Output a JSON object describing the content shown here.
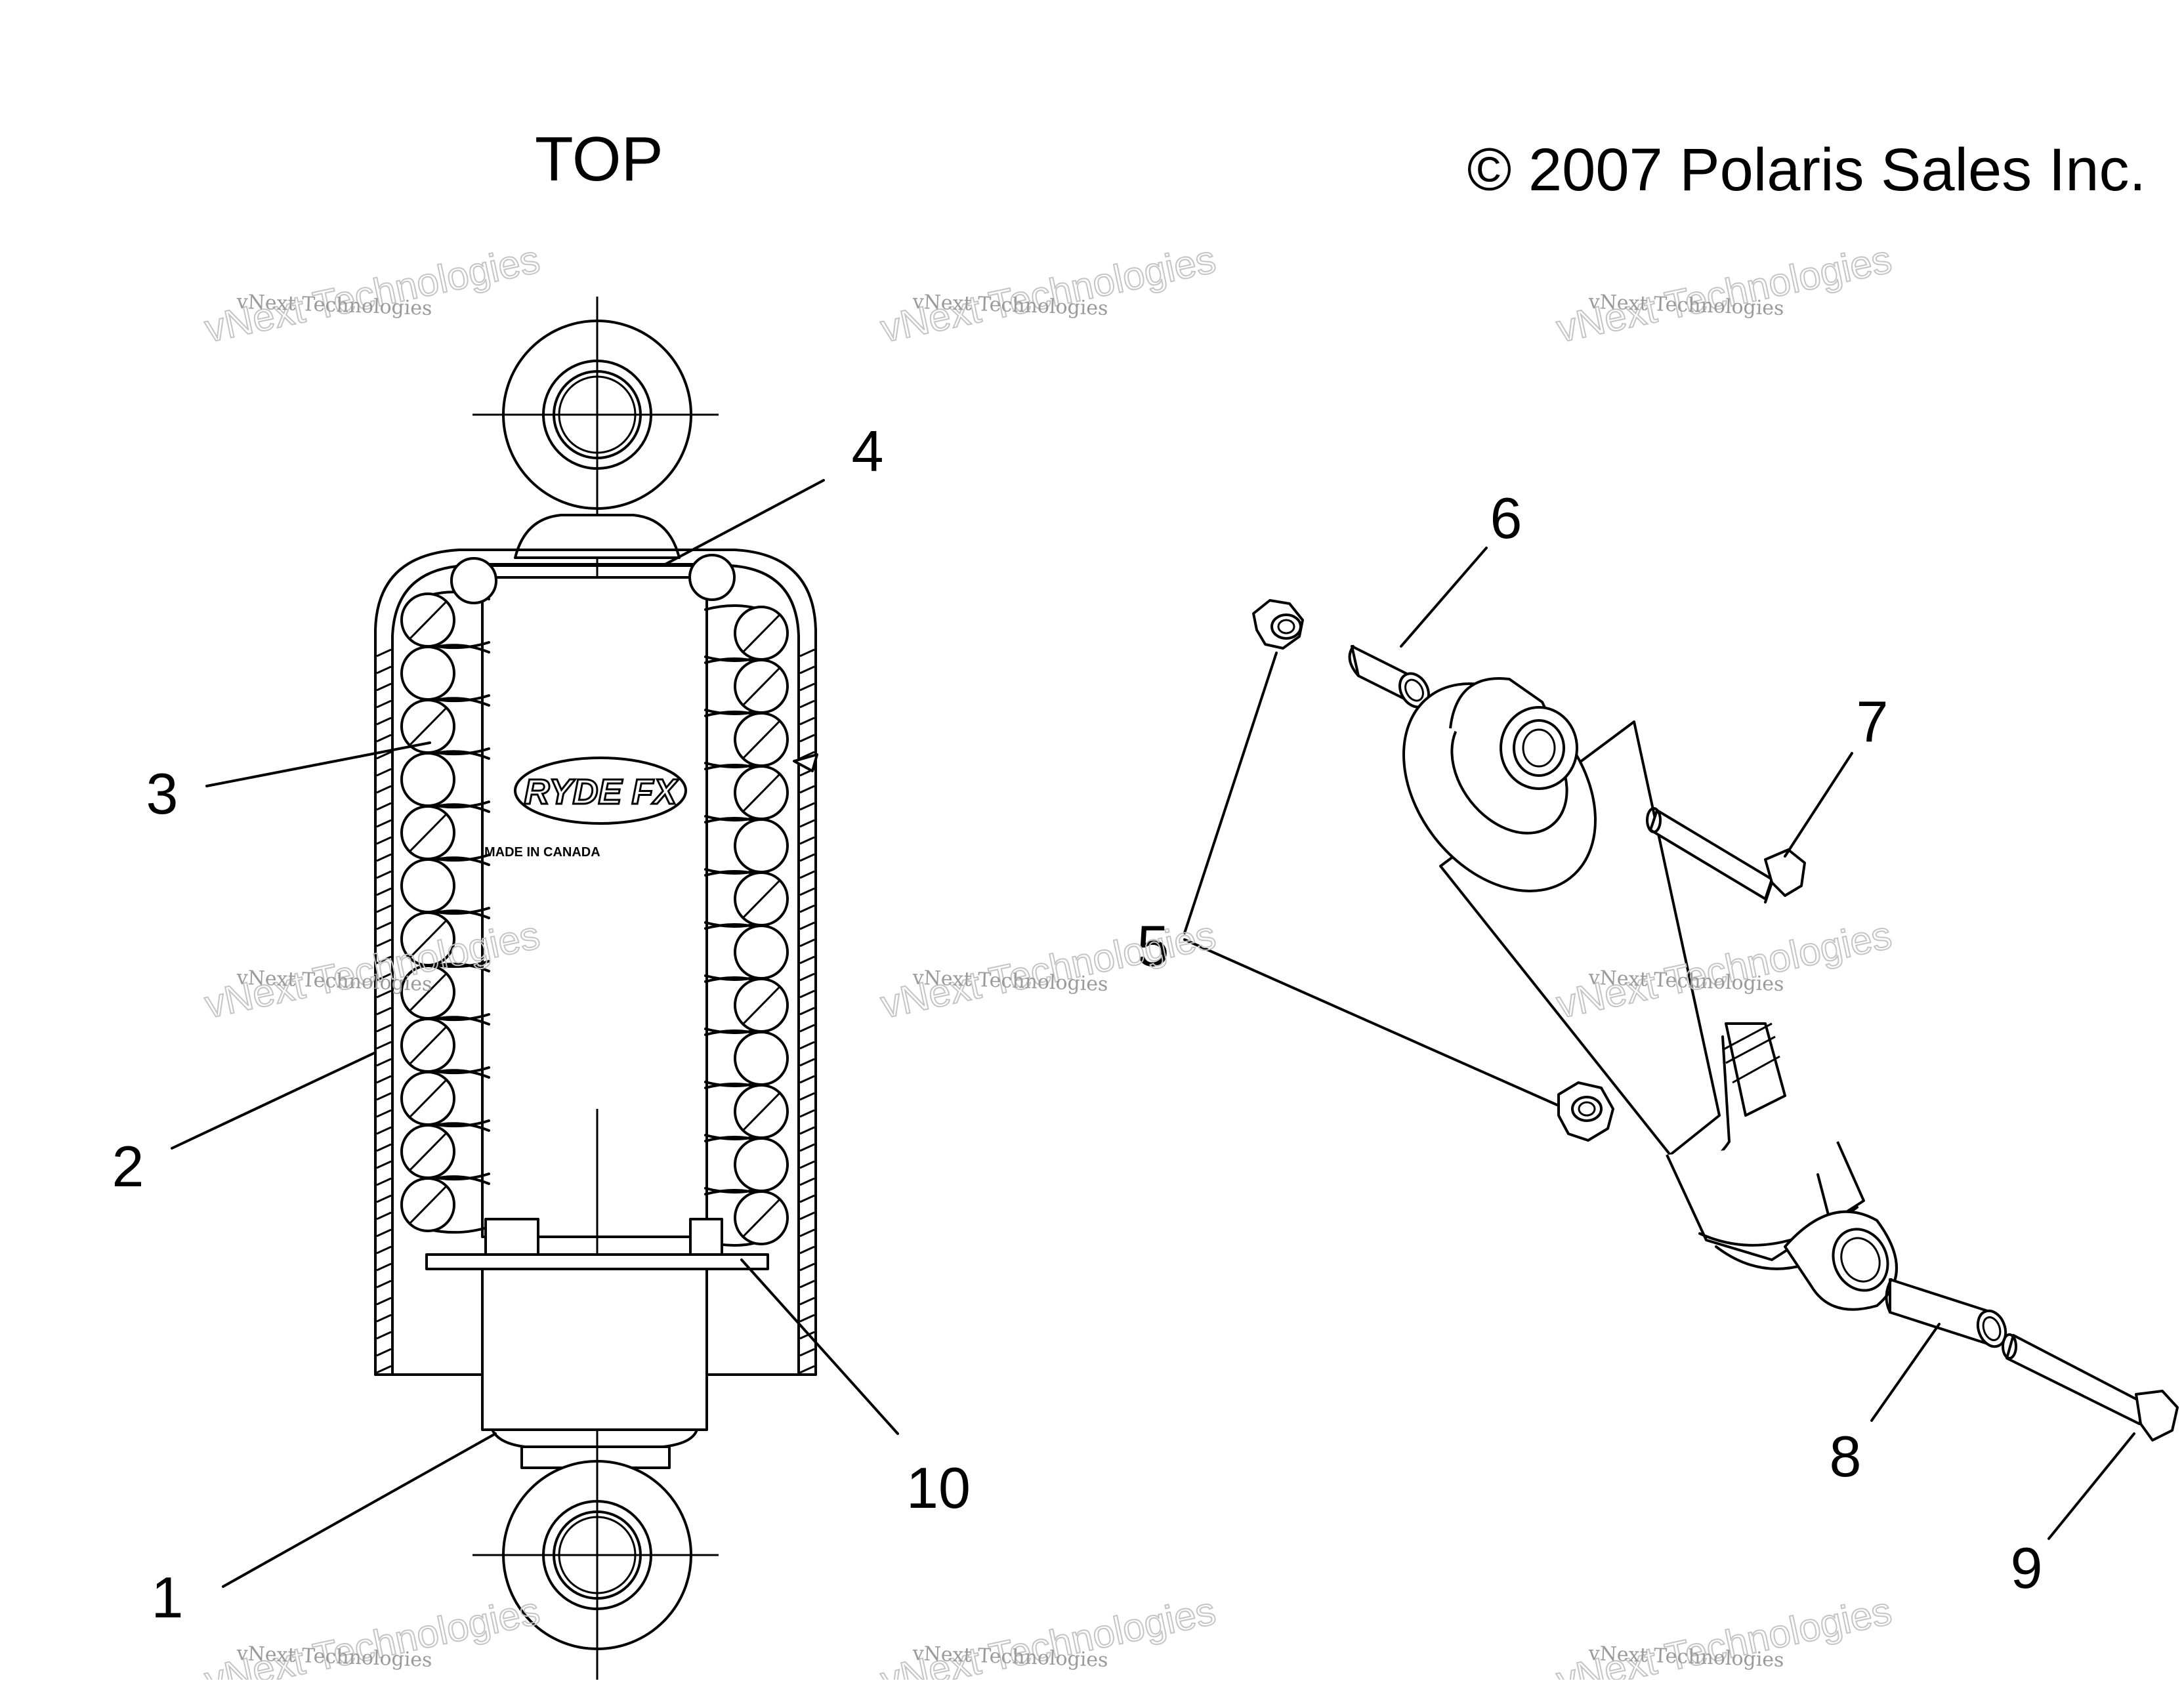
{
  "title": "TOP",
  "copyright": "© 2007 Polaris Sales Inc.",
  "brand_logo_text": "RYDE FX",
  "made_in_text": "MADE IN CANADA",
  "watermark": {
    "line1": "vNext Technologies",
    "line2": "vNext Technologies"
  },
  "callouts": [
    {
      "id": "1",
      "label": "1"
    },
    {
      "id": "2",
      "label": "2"
    },
    {
      "id": "3",
      "label": "3"
    },
    {
      "id": "4",
      "label": "4"
    },
    {
      "id": "5",
      "label": "5"
    },
    {
      "id": "6",
      "label": "6"
    },
    {
      "id": "7",
      "label": "7"
    },
    {
      "id": "8",
      "label": "8"
    },
    {
      "id": "9",
      "label": "9"
    },
    {
      "id": "10",
      "label": "10"
    }
  ]
}
